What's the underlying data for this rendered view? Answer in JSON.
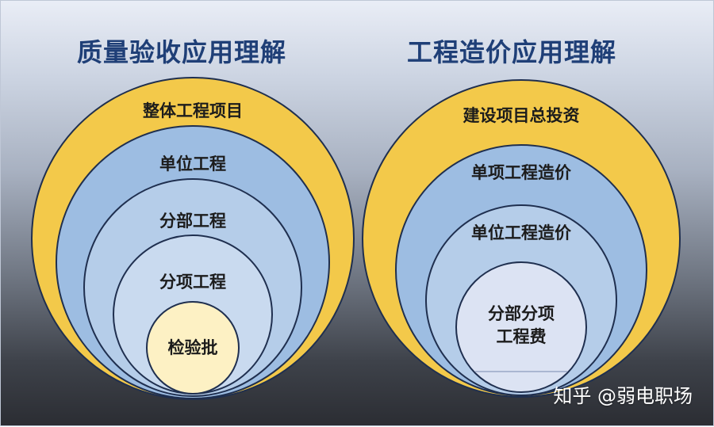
{
  "left": {
    "title": "质量验收应用理解",
    "levels": [
      "整体工程项目",
      "单位工程",
      "分部工程",
      "分项工程",
      "检验批"
    ]
  },
  "right": {
    "title": "工程造价应用理解",
    "levels": [
      "建设项目总投资",
      "单项工程造价",
      "单位工程造价",
      "分部分项",
      "工程费"
    ]
  },
  "watermark": "知乎 @弱电职场",
  "colors": {
    "outer_ring": "#f3c94a",
    "ring_2": "#9dbde2",
    "ring_3": "#b5cde9",
    "ring_4": "#c9daef",
    "core_left": "#fdf1c4",
    "core_right": "#dce3f3",
    "outline": "#1f2f4f",
    "title": "#1f3f77"
  }
}
